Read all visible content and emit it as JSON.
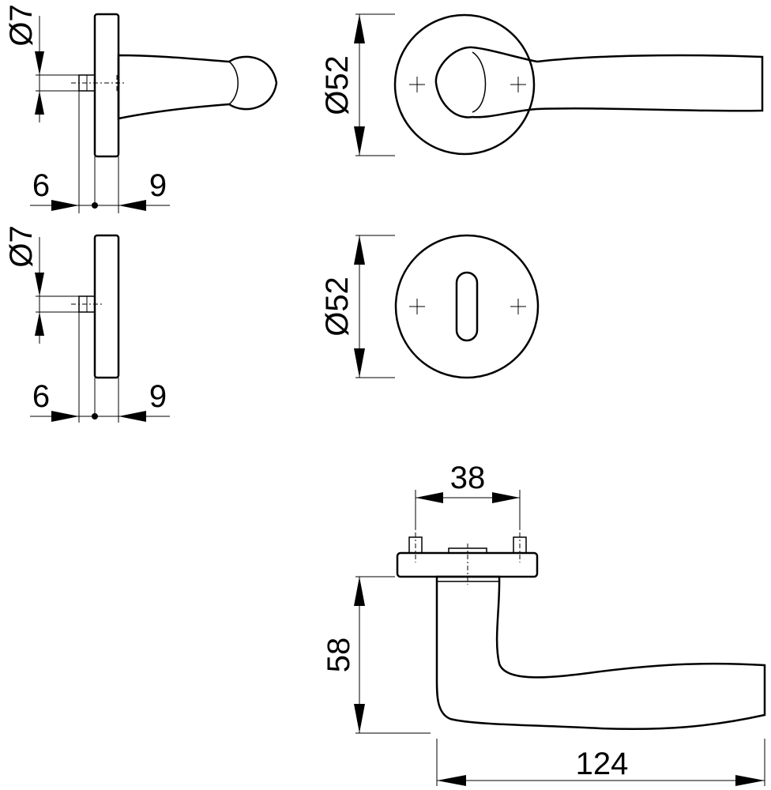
{
  "drawing": {
    "side_lever": {
      "spindle_dia": "Ø7",
      "left_offset": "6",
      "right_offset": "9"
    },
    "front_lever": {
      "rose_dia": "Ø52"
    },
    "side_escutcheon": {
      "spindle_dia": "Ø7",
      "left_offset": "6",
      "right_offset": "9"
    },
    "front_escutcheon": {
      "rose_dia": "Ø52"
    },
    "top_view": {
      "screw_spacing": "38",
      "lever_height": "58",
      "lever_length": "124"
    }
  }
}
